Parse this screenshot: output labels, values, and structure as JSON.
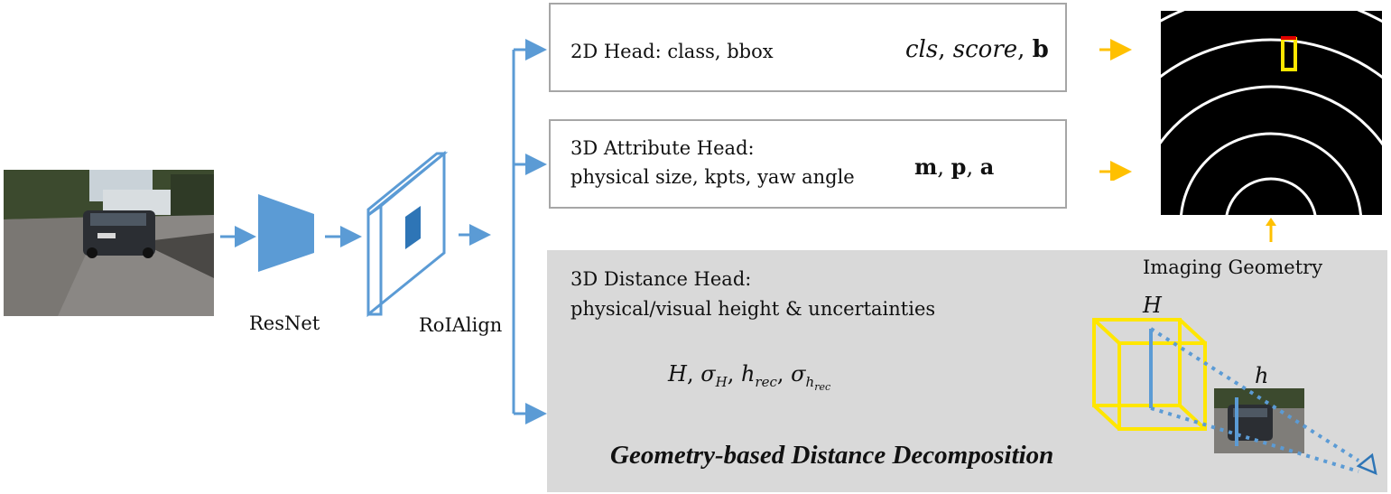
{
  "labels": {
    "resnet": "ResNet",
    "roialign": "RoIAlign",
    "imaging_geometry": "Imaging Geometry",
    "H_label": "H",
    "h_label": "h"
  },
  "head_2d": {
    "title": "2D Head: class, bbox",
    "outputs_cls": "cls",
    "outputs_score": "score",
    "outputs_b": "b"
  },
  "head_attr": {
    "title": "3D Attribute Head:",
    "subtitle": "physical size, kpts, yaw angle",
    "out_m": "m",
    "out_p": "p",
    "out_a": "a"
  },
  "head_dist": {
    "title": "3D Distance Head:",
    "subtitle": "physical/visual height & uncertainties",
    "formula_H": "H",
    "formula_sigma": "σ",
    "formula_sigma_sub": "H",
    "formula_h": "h",
    "formula_h_sub": "rec",
    "formula_sigma2_sub": "h",
    "formula_sigma2_subsub": "rec",
    "caption": "Geometry-based Distance Decomposition"
  },
  "colors": {
    "blue": "#5b9bd5",
    "dark_blue": "#2e75b6",
    "yellow": "#ffe600",
    "arrow_yellow": "#ffc000",
    "gray_panel": "#d9d9d9",
    "box_border": "#a6a6a6"
  }
}
